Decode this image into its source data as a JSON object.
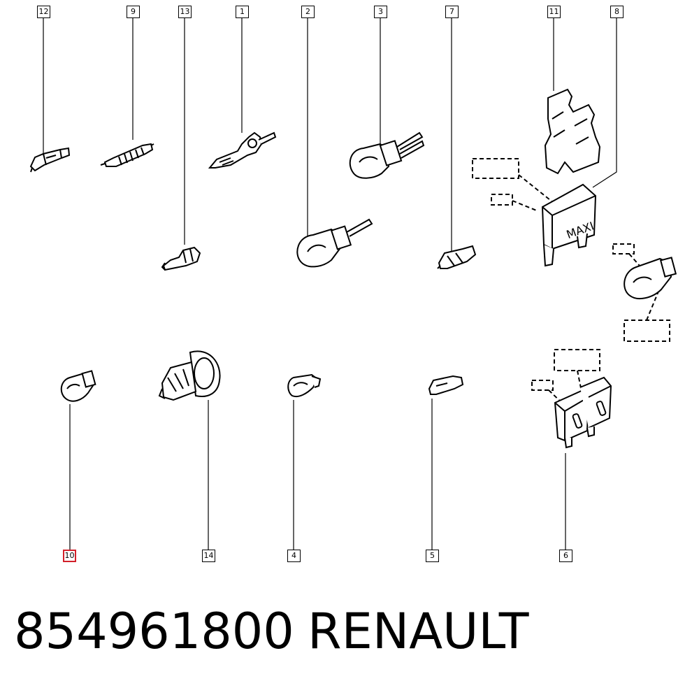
{
  "callouts": {
    "c1": "1",
    "c2": "2",
    "c3": "3",
    "c4": "4",
    "c5": "5",
    "c6": "6",
    "c7": "7",
    "c8": "8",
    "c9": "9",
    "c10": "10",
    "c11": "11",
    "c12": "12",
    "c13": "13",
    "c14": "14"
  },
  "fuse_label": "MAXI",
  "footer": {
    "part_number": "854961800",
    "brand": "RENAULT"
  },
  "colors": {
    "line": "#000000",
    "highlight": "#d2202a",
    "background": "#ffffff"
  },
  "highlighted_callout": "10"
}
